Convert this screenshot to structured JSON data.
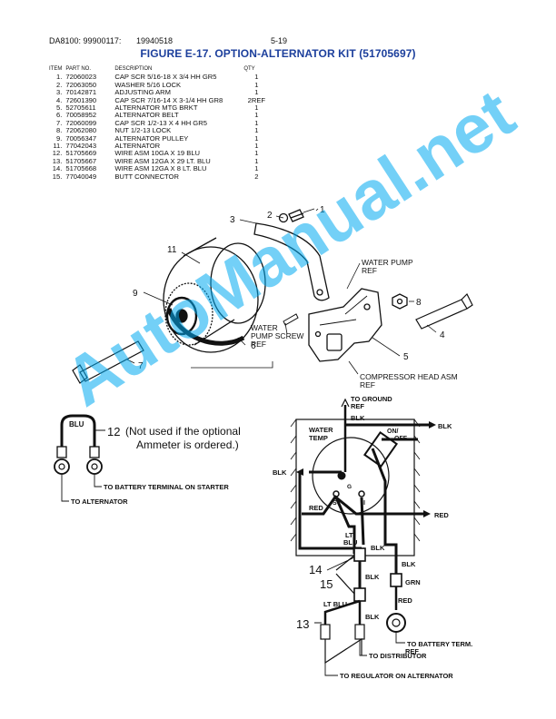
{
  "header": {
    "doc_id": "DA8100: 99900117:",
    "date": "19940518",
    "page": "5-19"
  },
  "title": "FIGURE E-17. OPTION-ALTERNATOR KIT (51705697)",
  "table": {
    "columns": [
      "ITEM",
      "PART NO.",
      "DESCRIPTION",
      "QTY"
    ],
    "rows": [
      [
        "1.",
        "72060023",
        "CAP SCR 5/16-18 X 3/4 HH GR5",
        "1"
      ],
      [
        "2.",
        "72063050",
        "WASHER 5/16 LOCK",
        "1"
      ],
      [
        "3.",
        "70142871",
        "ADJUSTING ARM",
        "1"
      ],
      [
        "4.",
        "72601390",
        "CAP SCR 7/16-14 X 3-1/4 HH GR8",
        "2REF"
      ],
      [
        "5.",
        "52705611",
        "ALTERNATOR MTG BRKT",
        "1"
      ],
      [
        "6.",
        "70058952",
        "ALTERNATOR BELT",
        "1"
      ],
      [
        "7.",
        "72060099",
        "CAP SCR 1/2-13 X 4 HH GR5",
        "1"
      ],
      [
        "8.",
        "72062080",
        "NUT 1/2-13 LOCK",
        "1"
      ],
      [
        "9.",
        "70056347",
        "ALTERNATOR PULLEY",
        "1"
      ],
      [
        "11.",
        "77042043",
        "ALTERNATOR",
        "1"
      ],
      [
        "12.",
        "51705669",
        "WIRE ASM 10GA X 19 BLU",
        "1"
      ],
      [
        "13.",
        "51705667",
        "WIRE ASM 12GA X 29 LT. BLU",
        "1"
      ],
      [
        "14.",
        "51705668",
        "WIRE ASM 12GA X 8 LT. BLU",
        "1"
      ],
      [
        "15.",
        "77040049",
        "BUTT CONNECTOR",
        "2"
      ]
    ]
  },
  "diagram_labels": {
    "callouts": {
      "c1": "1",
      "c2": "2",
      "c3": "3",
      "c4": "4",
      "c5": "5",
      "c6": "6",
      "c7": "7",
      "c8": "8",
      "c9": "9",
      "c11": "11",
      "c12": "12",
      "c13": "13",
      "c14": "14",
      "c15": "15"
    },
    "water_pump_ref": [
      "WATER PUMP",
      "REF"
    ],
    "water_pump_screw_ref": [
      "WATER",
      "PUMP SCREW",
      "REF"
    ],
    "compressor_head": [
      "COMPRESSOR HEAD ASM",
      "REF"
    ],
    "wire12_note": [
      "(Not used if the optional",
      "Ammeter is ordered.)"
    ],
    "blu": "BLU",
    "to_battery_starter": "TO BATTERY TERMINAL ON STARTER",
    "to_alternator": "TO ALTERNATOR",
    "to_ground": [
      "TO GROUND",
      "REF"
    ],
    "blk": "BLK",
    "water_temp": [
      "WATER",
      "TEMP"
    ],
    "on_off": [
      "ON/",
      "OFF"
    ],
    "red": "RED",
    "g": "G",
    "s": "S",
    "i": "I",
    "lt_blu": [
      "LT",
      "BLU"
    ],
    "grn": "GRN",
    "lt_blu_13": "LT BLU",
    "to_battery_term": [
      "TO BATTERY TERM.",
      "REF"
    ],
    "to_distributor": "TO DISTRIBUTOR",
    "to_regulator": "TO REGULATOR ON ALTERNATOR"
  },
  "watermark": "AutoManual.net"
}
